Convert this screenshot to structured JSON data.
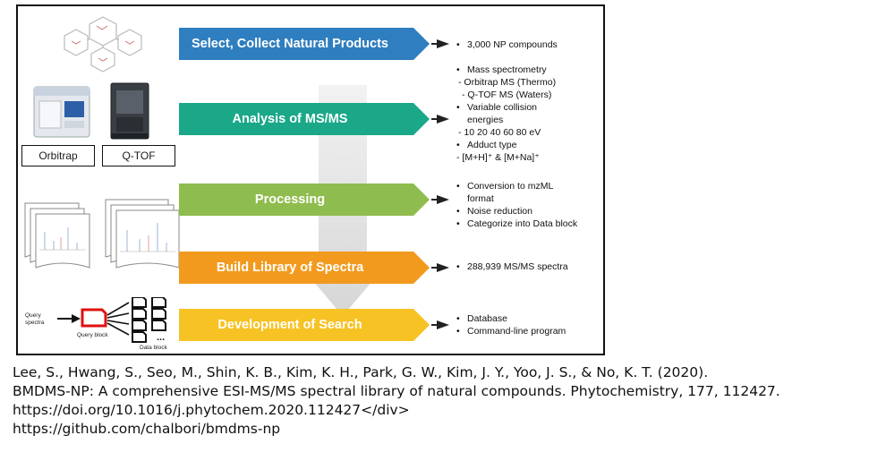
{
  "steps": [
    {
      "label": "Select, Collect Natural Products",
      "color": "#2f7ebf"
    },
    {
      "label": "Analysis of MS/MS",
      "color": "#1aa889"
    },
    {
      "label": "Processing",
      "color": "#8fbc4e"
    },
    {
      "label": "Build Library of Spectra",
      "color": "#f29a1e"
    },
    {
      "label": "Development of Search",
      "color": "#f7c223"
    }
  ],
  "notes": {
    "select": [
      "3,000 NP compounds"
    ],
    "analysis": {
      "item1": "Mass spectrometry",
      "item1a": "- Orbitrap MS (Thermo)",
      "item1b": "- Q-TOF MS (Waters)",
      "item2": "Variable collision",
      "item2cont": "energies",
      "item2a": "- 10 20 40 60 80 eV",
      "item3": "Adduct type",
      "item3a": "- [M+H]⁺ & [M+Na]⁺"
    },
    "processing": {
      "item1": "Conversion to mzML",
      "item1cont": "format",
      "item2": "Noise reduction",
      "item3": "Categorize into Data block"
    },
    "library": [
      "288,939 MS/MS spectra"
    ],
    "search": [
      "Database",
      "Command-line program"
    ]
  },
  "instruments": {
    "left": "Orbitrap",
    "right": "Q-TOF"
  },
  "search_diagram": {
    "query": "Query spectra",
    "query_block": "Query block",
    "data_block": "Data block",
    "ellipsis": "..."
  },
  "citation": {
    "line1": "Lee, S., Hwang, S., Seo, M., Shin, K. B., Kim, K. H., Park, G. W., Kim, J. Y., Yoo, J. S., & No, K. T. (2020).",
    "line2": "BMDMS-NP: A comprehensive ESI-MS/MS spectral library of natural compounds. Phytochemistry, 177, 112427.",
    "line3": "https://doi.org/10.1016/j.phytochem.2020.112427</div>",
    "line4": "https://github.com/chalbori/bmdms-np"
  }
}
